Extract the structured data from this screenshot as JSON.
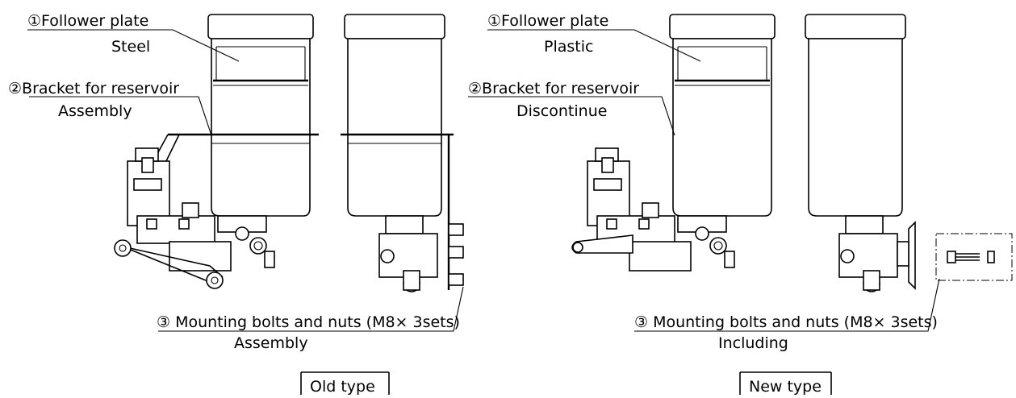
{
  "old": {
    "label_1": "①Follower plate",
    "label_1_sub": "Steel",
    "label_2": "②Bracket for reservoir",
    "label_2_sub": "Assembly",
    "label_3": "③ Mounting bolts and nuts (M8× 3sets)",
    "label_3_sub": "Assembly",
    "type_box": "Old type"
  },
  "new": {
    "label_1": "①Follower plate",
    "label_1_sub": "Plastic",
    "label_2": "②Bracket for reservoir",
    "label_2_sub": "Discontinue",
    "label_3": "③ Mounting bolts and nuts (M8× 3sets)",
    "label_3_sub": "Including",
    "type_box": "New type"
  }
}
